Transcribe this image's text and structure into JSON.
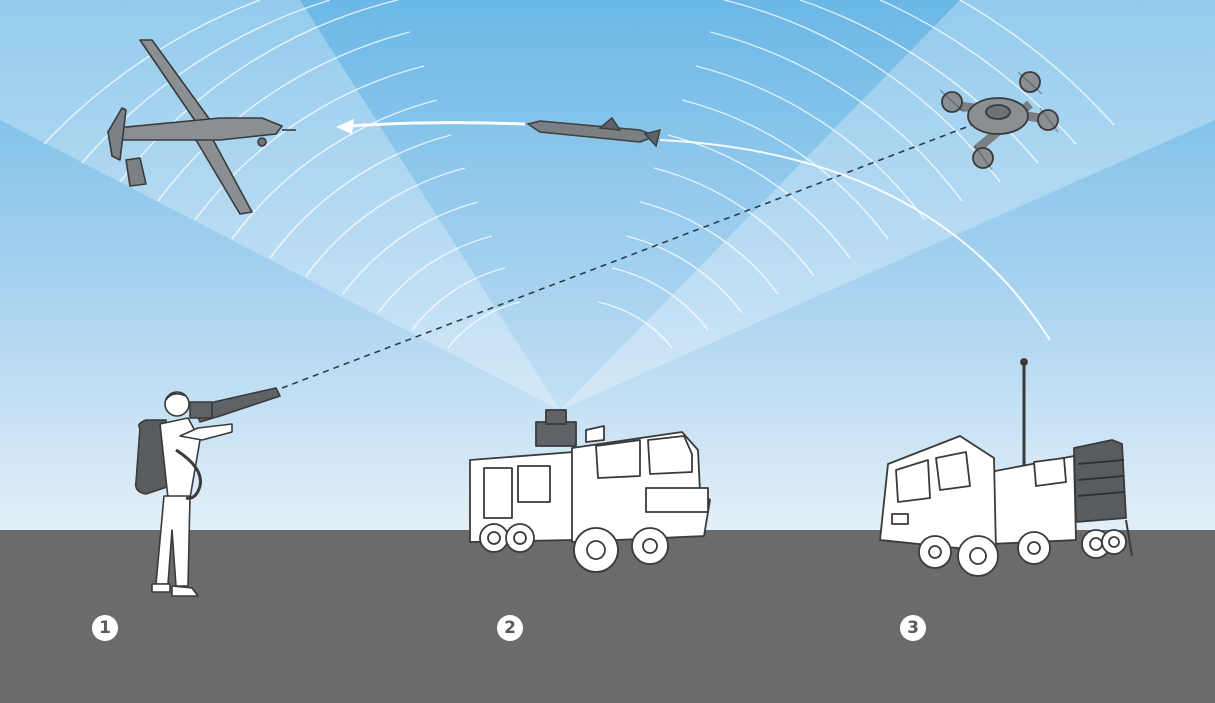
{
  "colors": {
    "sky_top": "#6bb8e6",
    "sky_bottom": "#dcecf7",
    "ground": "#6b6b6b",
    "outline": "#4a4a4a",
    "aircraft_fill": "#8a8f94",
    "badge_text": "#5a5a5a"
  },
  "icons": [
    "reaper-drone-icon",
    "quadcopter-drone-icon",
    "interceptor-missile-icon",
    "soldier-jammer-icon",
    "radar-truck-icon",
    "missile-launcher-truck-icon"
  ],
  "labels": {
    "one": "1",
    "two": "2",
    "three": "3"
  }
}
